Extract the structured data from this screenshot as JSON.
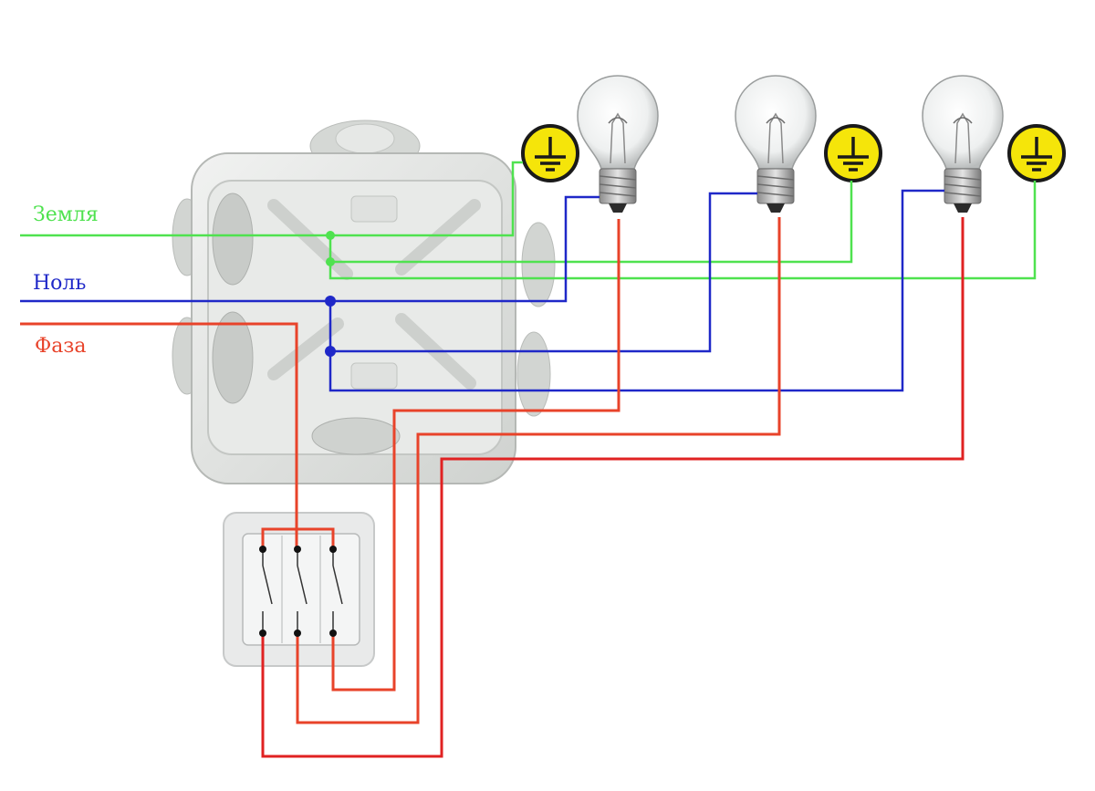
{
  "labels": {
    "ground": "Земля",
    "neutral": "Ноль",
    "phase": "Фаза"
  },
  "colors": {
    "ground": "#4fe24f",
    "neutral": "#1f28c8",
    "phase": "#e8432a",
    "phase_dark": "#e02222",
    "ground_symbol_fill": "#f5e50a",
    "ground_symbol_stroke": "#1a1a1a",
    "box": "#e4e6e4",
    "switch": "#e9eaea"
  },
  "components": {
    "junction_box": "junction-box",
    "switch": "three-gang-switch",
    "lamps": [
      "lamp",
      "lamp",
      "lamp"
    ],
    "ground_symbols": [
      "ground-symbol-icon",
      "ground-symbol-icon",
      "ground-symbol-icon"
    ]
  }
}
